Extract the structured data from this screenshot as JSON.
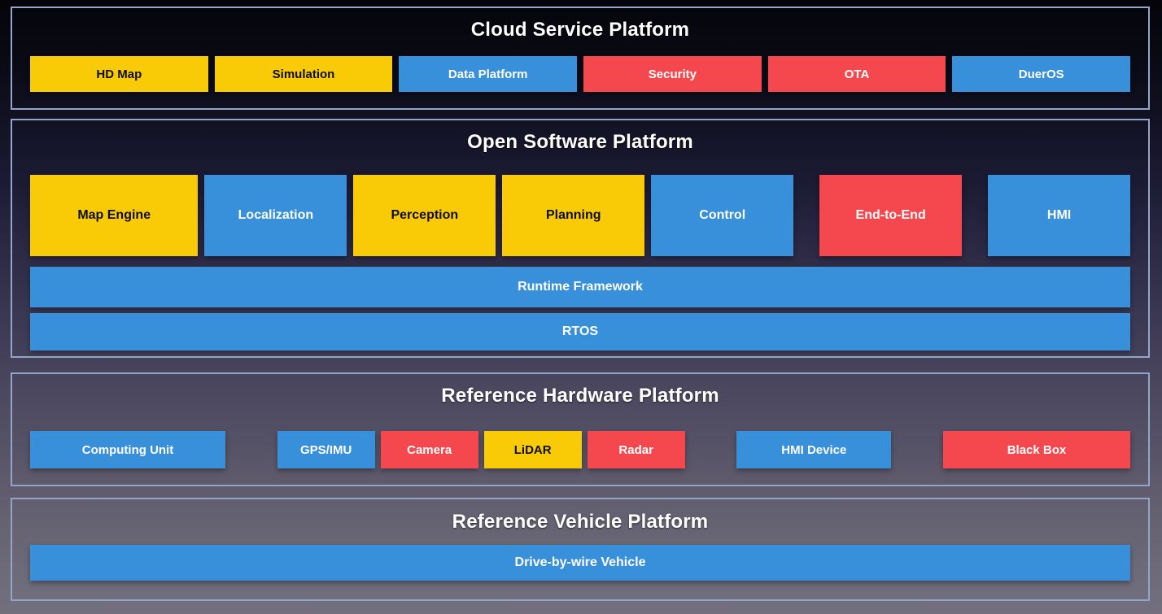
{
  "colors": {
    "yellow": "#F9CB06",
    "blue": "#3990DA",
    "red": "#F4484E",
    "section_border": "#94A6C8"
  },
  "sections": [
    {
      "title": "Cloud Service Platform",
      "boxes": [
        {
          "label": "HD Map",
          "color": "yellow"
        },
        {
          "label": "Simulation",
          "color": "yellow"
        },
        {
          "label": "Data Platform",
          "color": "blue"
        },
        {
          "label": "Security",
          "color": "red"
        },
        {
          "label": "OTA",
          "color": "red"
        },
        {
          "label": "DuerOS",
          "color": "blue"
        }
      ]
    },
    {
      "title": "Open Software Platform",
      "boxes": [
        {
          "label": "Map Engine",
          "color": "yellow"
        },
        {
          "label": "Localization",
          "color": "blue"
        },
        {
          "label": "Perception",
          "color": "yellow"
        },
        {
          "label": "Planning",
          "color": "yellow"
        },
        {
          "label": "Control",
          "color": "blue"
        },
        {
          "label": "End-to-End",
          "color": "red"
        },
        {
          "label": "HMI",
          "color": "blue"
        }
      ],
      "bars": [
        {
          "label": "Runtime Framework",
          "color": "blue"
        },
        {
          "label": "RTOS",
          "color": "blue"
        }
      ]
    },
    {
      "title": "Reference Hardware Platform",
      "boxes": [
        {
          "label": "Computing Unit",
          "color": "blue"
        },
        {
          "label": "GPS/IMU",
          "color": "blue"
        },
        {
          "label": "Camera",
          "color": "red"
        },
        {
          "label": "LiDAR",
          "color": "yellow"
        },
        {
          "label": "Radar",
          "color": "red"
        },
        {
          "label": "HMI Device",
          "color": "blue"
        },
        {
          "label": "Black Box",
          "color": "red"
        }
      ]
    },
    {
      "title": "Reference Vehicle Platform",
      "bars": [
        {
          "label": "Drive-by-wire Vehicle",
          "color": "blue"
        }
      ]
    }
  ]
}
